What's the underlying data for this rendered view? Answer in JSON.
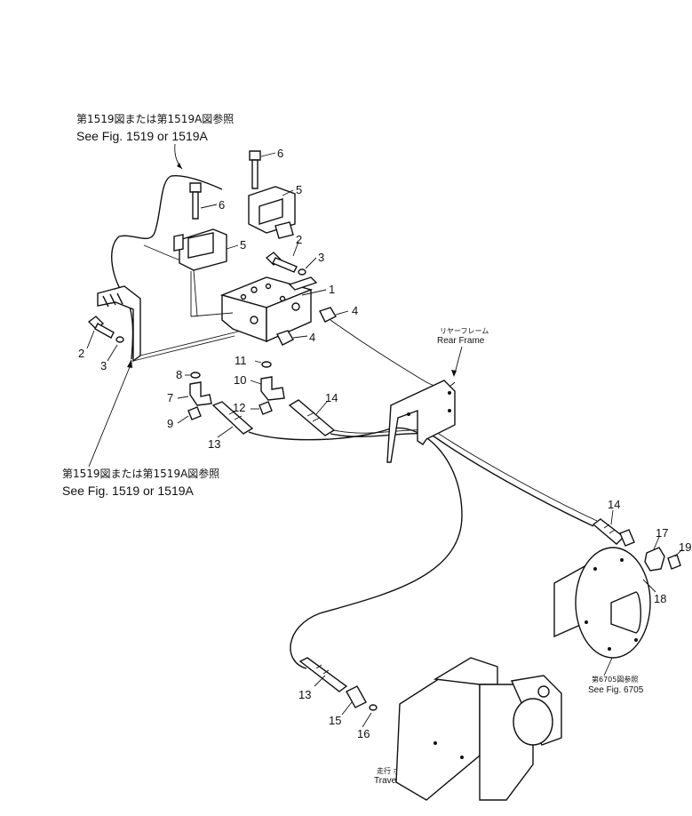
{
  "references": {
    "top_jp": "第1519図または第1519A図参照",
    "top_en": "See Fig. 1519 or 1519A",
    "bottom_jp": "第1519図または第1519A図参照",
    "bottom_en": "See Fig. 1519 or 1519A",
    "rear_frame_jp": "リヤーフレーム",
    "rear_frame_en": "Rear Frame",
    "fig6705_jp": "第6705図参照",
    "fig6705_en": "See Fig. 6705",
    "pump_jp": "走行 ポンプ",
    "pump_en": "Travel Pump"
  },
  "callouts": {
    "c1": "1",
    "c2a": "2",
    "c2b": "2",
    "c3a": "3",
    "c3b": "3",
    "c4a": "4",
    "c4b": "4",
    "c5a": "5",
    "c5b": "5",
    "c6a": "6",
    "c6b": "6",
    "c7": "7",
    "c8": "8",
    "c9": "9",
    "c10": "10",
    "c11": "11",
    "c12": "12",
    "c13a": "13",
    "c13b": "13",
    "c14a": "14",
    "c14b": "14",
    "c15": "15",
    "c16": "16",
    "c17": "17",
    "c18": "18",
    "c19": "19"
  }
}
